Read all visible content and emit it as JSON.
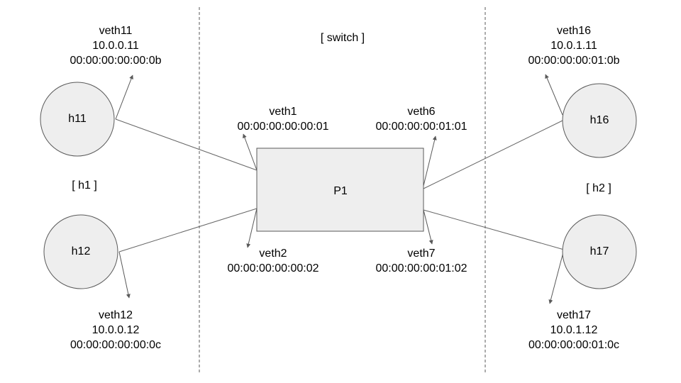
{
  "zones": {
    "switch": "[ switch ]",
    "h1": "[ h1 ]",
    "h2": "[ h2 ]"
  },
  "switch_box": {
    "name": "P1"
  },
  "hosts": {
    "h11": "h11",
    "h12": "h12",
    "h16": "h16",
    "h17": "h17"
  },
  "interfaces": {
    "veth11": {
      "name": "veth11",
      "ip": "10.0.0.11",
      "mac": "00:00:00:00:00:0b"
    },
    "veth12": {
      "name": "veth12",
      "ip": "10.0.0.12",
      "mac": "00:00:00:00:00:0c"
    },
    "veth16": {
      "name": "veth16",
      "ip": "10.0.1.11",
      "mac": "00:00:00:00:01:0b"
    },
    "veth17": {
      "name": "veth17",
      "ip": "10.0.1.12",
      "mac": "00:00:00:00:01:0c"
    },
    "veth1": {
      "name": "veth1",
      "mac": "00:00:00:00:00:01"
    },
    "veth2": {
      "name": "veth2",
      "mac": "00:00:00:00:00:02"
    },
    "veth6": {
      "name": "veth6",
      "mac": "00:00:00:00:01:01"
    },
    "veth7": {
      "name": "veth7",
      "mac": "00:00:00:00:01:02"
    }
  },
  "colors": {
    "node_fill": "#eeeeee",
    "stroke": "#595959",
    "line": "#666666"
  }
}
